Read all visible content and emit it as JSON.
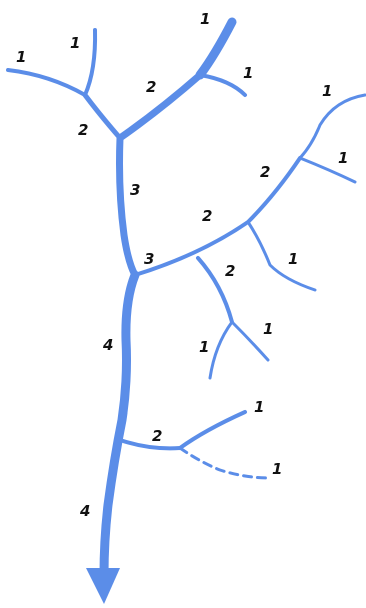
{
  "colors": {
    "stream": "#5b8de8",
    "label": "#111111",
    "background": "#ffffff"
  },
  "labels": {
    "top_left_1a": "1",
    "top_left_1b": "1",
    "upper_left_2": "2",
    "upper_mid_2": "2",
    "top_1": "1",
    "top_right_1": "1",
    "far_right_1a": "1",
    "far_right_1b": "1",
    "right_2a": "2",
    "right_2b": "2",
    "right_1": "1",
    "trunk_3": "3",
    "junction_3": "3",
    "mid_2": "2",
    "mid_1a": "1",
    "mid_1b": "1",
    "trunk_4a": "4",
    "lower_2": "2",
    "lower_1a": "1",
    "lower_1b": "1",
    "trunk_4b": "4"
  }
}
